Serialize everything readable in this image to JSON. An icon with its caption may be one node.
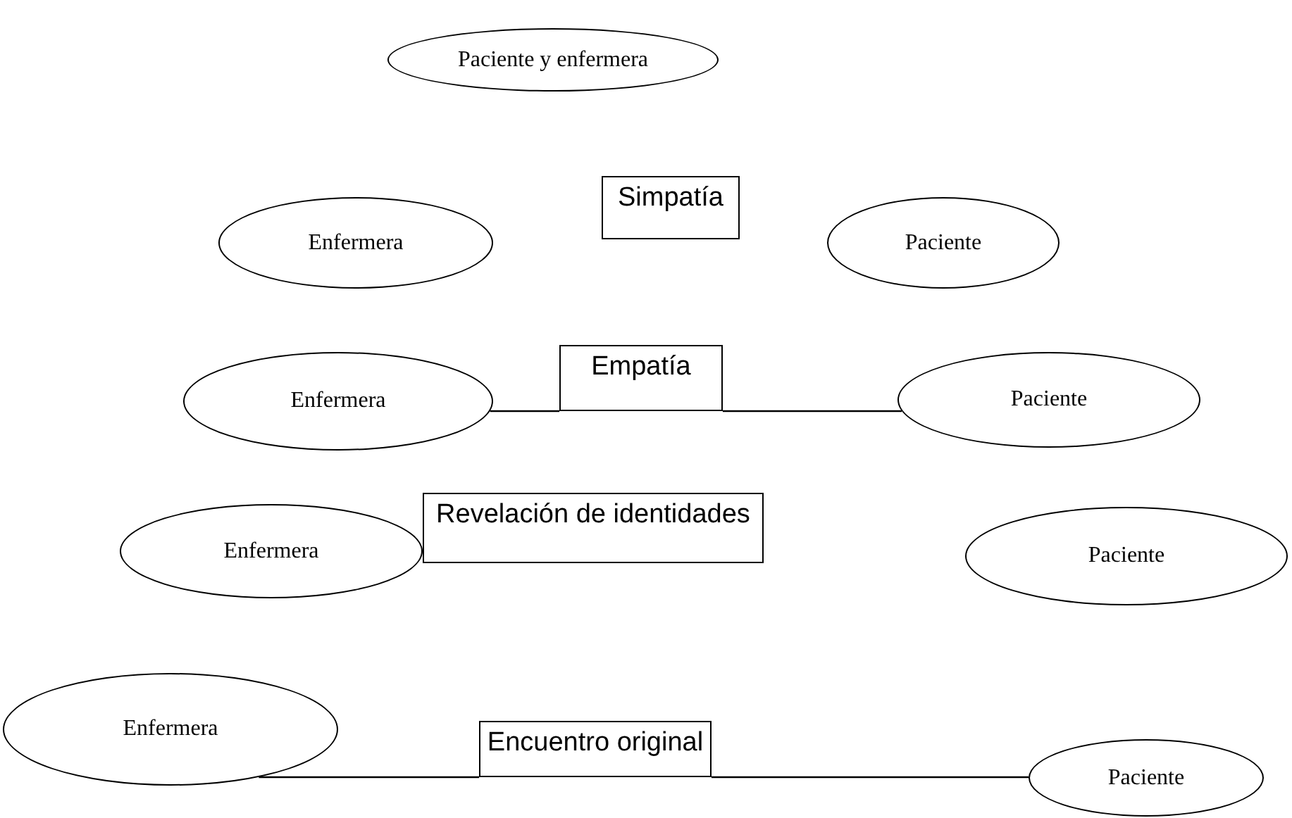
{
  "diagram": {
    "nodes": [
      {
        "text": [
          "Paciente y enfermera"
        ]
      },
      {
        "text": [
          "Enfermera"
        ]
      },
      {
        "text": [
          "Simpatía"
        ]
      },
      {
        "text": [
          "Paciente"
        ]
      },
      {
        "text": [
          "Enfermera"
        ]
      },
      {
        "text": [
          "Empatía"
        ]
      },
      {
        "text": [
          "Paciente"
        ]
      },
      {
        "text": [
          "Enfermera"
        ]
      },
      {
        "text": [
          "Revelación de identidades"
        ]
      },
      {
        "text": [
          "Paciente"
        ]
      },
      {
        "text": [
          "Enfermera"
        ]
      },
      {
        "text": [
          "Encuentro original"
        ]
      },
      {
        "text": [
          "Paciente"
        ]
      }
    ],
    "edges": [
      {
        "from": 4,
        "to": 5,
        "arrow": "none"
      },
      {
        "from": 5,
        "to": 6,
        "arrow": "none"
      },
      {
        "from": 10,
        "to": 11,
        "arrow": "none"
      },
      {
        "from": 11,
        "to": 12,
        "arrow": "none"
      }
    ]
  }
}
